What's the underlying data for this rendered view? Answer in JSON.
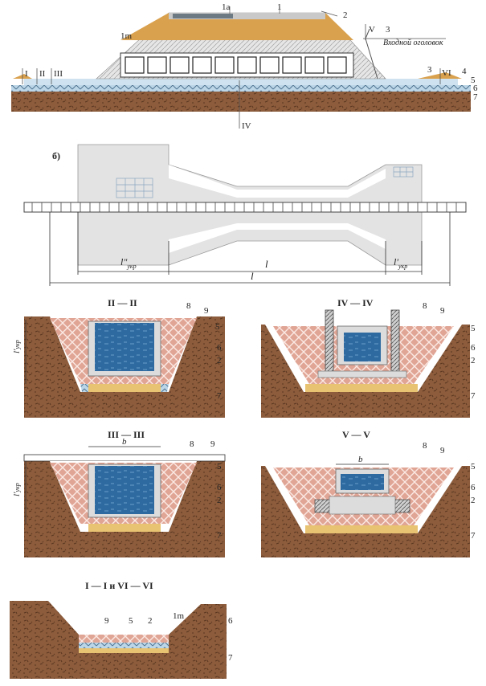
{
  "labels": {
    "n1a": "1а",
    "n1": "1",
    "n2": "2",
    "n3": "3",
    "n4": "4",
    "n5": "5",
    "n6": "6",
    "n7": "7",
    "n8": "8",
    "n9": "9",
    "slope": "1m",
    "inlet": "Входной оголовок",
    "rI": "I",
    "rII": "II",
    "rIII": "III",
    "rIV": "IV",
    "rV": "V",
    "rVI": "VI",
    "b_label": "б)",
    "l_dd": "l″",
    "l_p": "l′",
    "ukr": "укр",
    "l": "l",
    "b": "b"
  },
  "sections": {
    "s2": "II — II",
    "s4": "IV — IV",
    "s3": "III — III",
    "s5": "V — V",
    "s1": "I — I и VI — VI"
  },
  "colors": {
    "soil": "#8a5a3a",
    "sand": "#e8c372",
    "water": "#2f6fa5",
    "riprap": "#e2a99a",
    "concrete": "#dcdcdc",
    "gravel": "#bcd3e3",
    "fill": "#d6a04c"
  }
}
